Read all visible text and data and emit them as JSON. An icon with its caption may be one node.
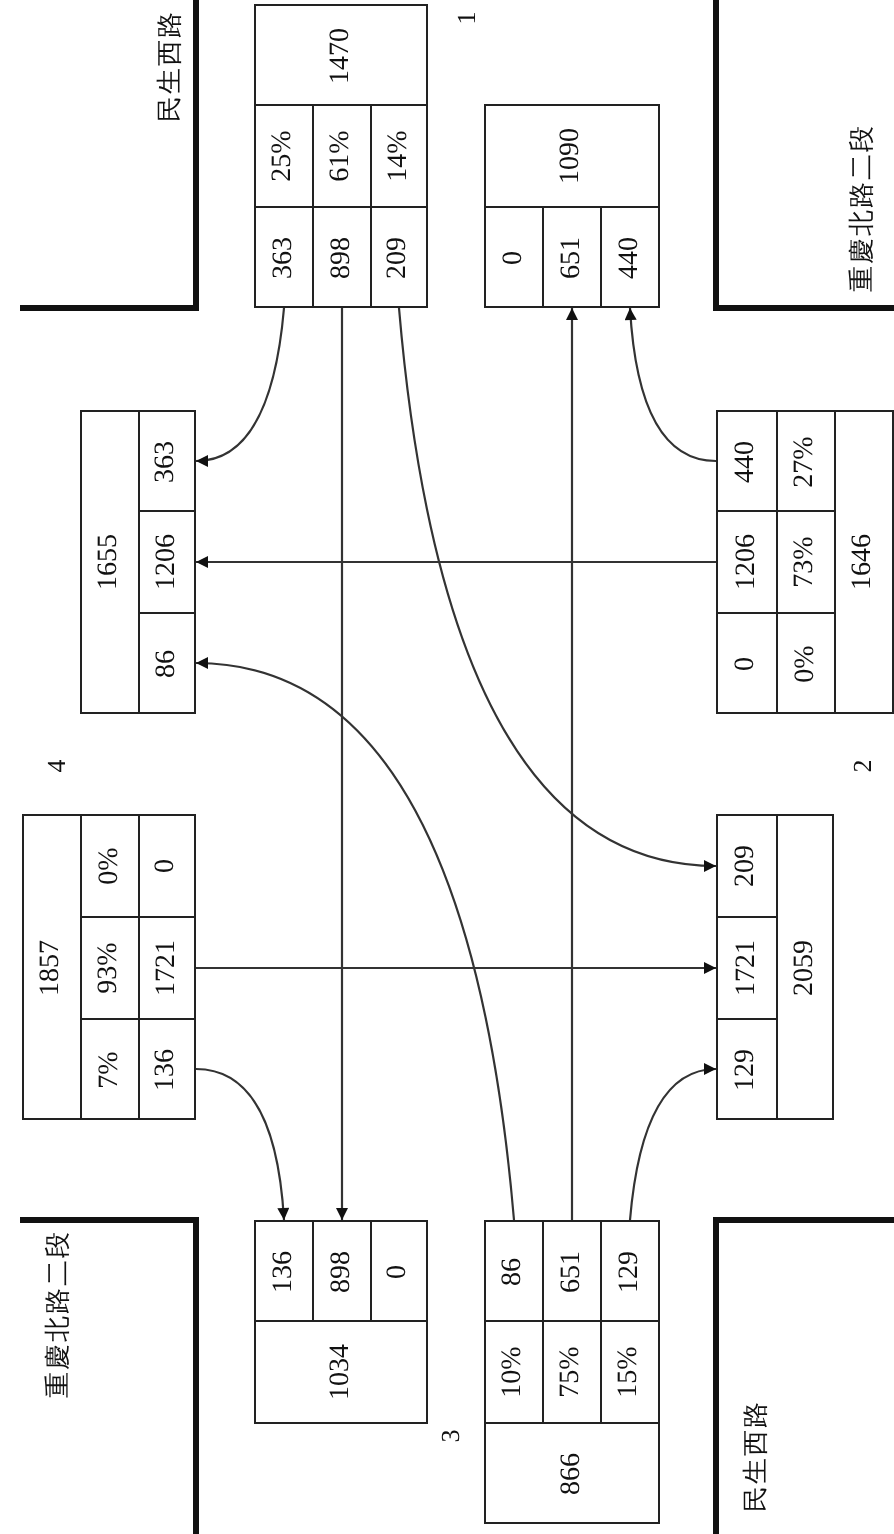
{
  "diagram": {
    "nodes": [
      {
        "text": [],
        "shape": "box"
      },
      {
        "text": [
          "1470"
        ],
        "in": 0
      },
      {
        "text": [
          "25%"
        ],
        "in": 0
      },
      {
        "text": [
          "61%"
        ],
        "in": 0
      },
      {
        "text": [
          "14%"
        ],
        "in": 0
      },
      {
        "text": [
          "363"
        ],
        "in": 0
      },
      {
        "text": [
          "898"
        ],
        "in": 0
      },
      {
        "text": [
          "209"
        ],
        "in": 0
      },
      {
        "text": [],
        "shape": "box"
      },
      {
        "text": [
          "1090"
        ],
        "in": 8
      },
      {
        "text": [
          "0"
        ],
        "in": 8
      },
      {
        "text": [
          "651"
        ],
        "in": 8
      },
      {
        "text": [
          "440"
        ],
        "in": 8
      },
      {
        "text": [],
        "shape": "box"
      },
      {
        "text": [
          "1655"
        ],
        "in": 13
      },
      {
        "text": [
          "363"
        ],
        "in": 13
      },
      {
        "text": [
          "1206"
        ],
        "in": 13
      },
      {
        "text": [
          "86"
        ],
        "in": 13
      },
      {
        "text": [],
        "shape": "box"
      },
      {
        "text": [
          "440"
        ],
        "in": 18
      },
      {
        "text": [
          "1206"
        ],
        "in": 18
      },
      {
        "text": [
          "0"
        ],
        "in": 18
      },
      {
        "text": [
          "27%"
        ],
        "in": 18
      },
      {
        "text": [
          "73%"
        ],
        "in": 18
      },
      {
        "text": [
          "0%"
        ],
        "in": 18
      },
      {
        "text": [
          "1646"
        ],
        "in": 18
      },
      {
        "text": [],
        "shape": "box"
      },
      {
        "text": [
          "1857"
        ],
        "in": 26
      },
      {
        "text": [
          "0%"
        ],
        "in": 26
      },
      {
        "text": [
          "93%"
        ],
        "in": 26
      },
      {
        "text": [
          "7%"
        ],
        "in": 26
      },
      {
        "text": [
          "0"
        ],
        "in": 26
      },
      {
        "text": [
          "1721"
        ],
        "in": 26
      },
      {
        "text": [
          "136"
        ],
        "in": 26
      },
      {
        "text": [],
        "shape": "box"
      },
      {
        "text": [
          "209"
        ],
        "in": 34
      },
      {
        "text": [
          "1721"
        ],
        "in": 34
      },
      {
        "text": [
          "129"
        ],
        "in": 34
      },
      {
        "text": [
          "2059"
        ],
        "in": 34
      },
      {
        "text": [],
        "shape": "box"
      },
      {
        "text": [
          "136"
        ],
        "in": 39
      },
      {
        "text": [
          "898"
        ],
        "in": 39
      },
      {
        "text": [
          "0"
        ],
        "in": 39
      },
      {
        "text": [
          "1034"
        ],
        "in": 39
      },
      {
        "text": [],
        "shape": "box"
      },
      {
        "text": [
          "86"
        ],
        "in": 44
      },
      {
        "text": [
          "651"
        ],
        "in": 44
      },
      {
        "text": [
          "129"
        ],
        "in": 44
      },
      {
        "text": [
          "10%"
        ],
        "in": 44
      },
      {
        "text": [
          "75%"
        ],
        "in": 44
      },
      {
        "text": [
          "15%"
        ],
        "in": 44
      },
      {
        "text": [
          "866"
        ],
        "in": 44
      }
    ],
    "edges": [
      {
        "from": 5,
        "to": 15,
        "arrow": "to"
      },
      {
        "from": 6,
        "to": 41,
        "arrow": "to"
      },
      {
        "from": 7,
        "to": 35,
        "arrow": "to"
      },
      {
        "from": 19,
        "to": 12,
        "arrow": "to"
      },
      {
        "from": 20,
        "to": 16,
        "arrow": "to"
      },
      {
        "from": 32,
        "to": 36,
        "arrow": "to"
      },
      {
        "from": 33,
        "to": 40,
        "arrow": "to"
      },
      {
        "from": 46,
        "to": 11,
        "arrow": "to"
      },
      {
        "from": 45,
        "to": 17,
        "arrow": "to"
      },
      {
        "from": 47,
        "to": 37,
        "arrow": "to"
      }
    ],
    "labels": [
      "民生西路",
      "1",
      "重慶北路二段",
      "4",
      "2",
      "重慶北路二段",
      "3",
      "民生西路"
    ]
  }
}
